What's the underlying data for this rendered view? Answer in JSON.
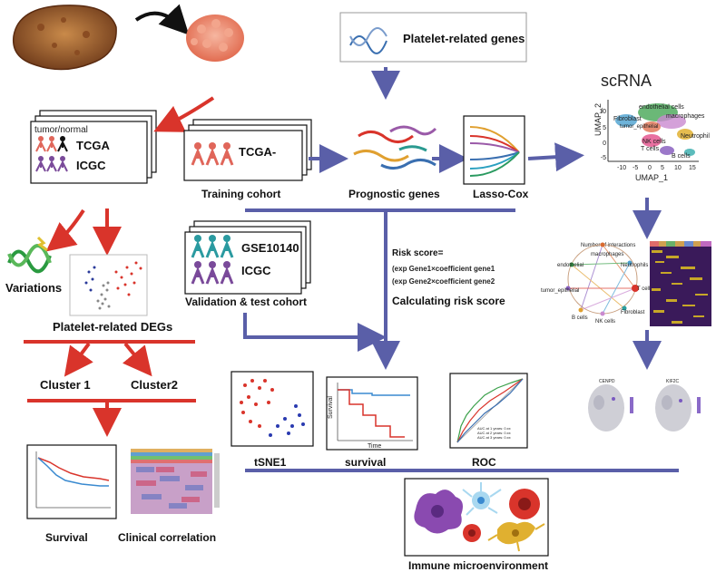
{
  "labels": {
    "platelet_genes": "Platelet-related genes",
    "scrna": "scRNA",
    "tumor_normal": "tumor/normal",
    "tcga": "TCGA",
    "icgc": "ICGC",
    "tcga_dash": "TCGA-",
    "training_cohort": "Training cohort",
    "prognostic_genes": "Prognostic genes",
    "lasso_cox": "Lasso-Cox",
    "variations": "Variations",
    "platelet_degs": "Platelet-related DEGs",
    "gse": "GSE10140",
    "icgc2": "ICGC",
    "validation": "Validation & test cohort",
    "risk_score": "Risk score=",
    "risk_line1": "(exp Gene1×coefficient gene1",
    "risk_line2": "(exp Gene2×coefficient gene2",
    "calc_risk": "Calculating risk score",
    "cluster1": "Cluster 1",
    "cluster2": "Cluster2",
    "tsne": "tSNE1",
    "survival": "survival",
    "roc": "ROC",
    "survival_cap": "Survival",
    "clinical": "Clinical correlation",
    "immune": "Immune microenvironment"
  },
  "umap": {
    "xlabel": "UMAP_1",
    "ylabel": "UMAP_2",
    "yticks": [
      "10",
      "5",
      "0",
      "-5"
    ],
    "xticks": [
      "-10",
      "-5",
      "0",
      "5",
      "10",
      "15"
    ],
    "clusters": [
      "endothelial cells",
      "Fibroblast",
      "tumor_epithelial",
      "macrophages",
      "Neutrophil",
      "NK cells",
      "T cells",
      "B cells"
    ]
  },
  "network": {
    "title": "Number of interactions",
    "nodes": [
      "macrophages",
      "endothelial",
      "Neutrophils",
      "tumor_epithelial",
      "T cells",
      "B cells",
      "NK cells",
      "Fibroblast"
    ]
  },
  "genes": {
    "g1": "CENPD",
    "g2": "KIF2C"
  },
  "km": {
    "ylabel": "Survival",
    "xlabel": "Time"
  },
  "roc_legend": [
    "AUC at 1 years: 0.xx",
    "AUC at 2 years: 0.xx",
    "AUC at 3 years: 0.xx"
  ],
  "colors": {
    "arrow_blue": "#5a5fa8",
    "arrow_red": "#d9342b",
    "box_border": "#111111"
  }
}
